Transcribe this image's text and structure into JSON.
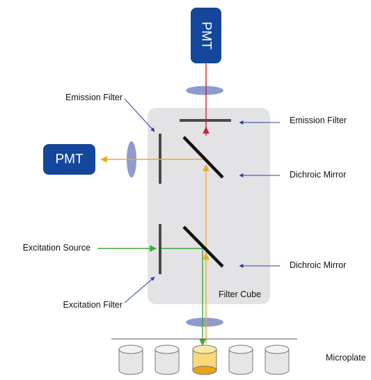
{
  "labels": {
    "pmt_top": "PMT",
    "pmt_left": "PMT",
    "emission_filter_left": "Emission Filter",
    "emission_filter_right": "Emission Filter",
    "dichroic_mirror_upper": "Dichroic Mirror",
    "dichroic_mirror_lower": "Dichroic Mirror",
    "excitation_source": "Excitation Source",
    "excitation_filter": "Excitation Filter",
    "filter_cube": "Filter Cube",
    "microplate": "Microplate"
  },
  "colors": {
    "pmt_fill": "#14479b",
    "cube_fill": "#e3e3e6",
    "lens_fill": "#8d9bcd",
    "filter_bar": "#4a4a4a",
    "mirror": "#111111",
    "emission_red": "#c8203c",
    "emission_orange": "#f0a824",
    "excitation_green": "#3aaa3a",
    "pointer_blue": "#2a3e9c",
    "well_fill": "#e6e6e6",
    "well_stroke": "#777777",
    "active_well_fill": "#f7d97a",
    "active_well_bottom": "#e8a418"
  }
}
